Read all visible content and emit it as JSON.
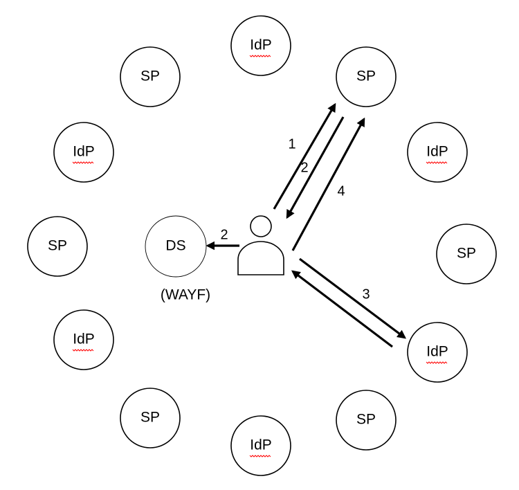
{
  "diagram": {
    "nodes": [
      {
        "id": "idp-top",
        "label": "IdP",
        "type": "idp"
      },
      {
        "id": "sp-top-left",
        "label": "SP",
        "type": "sp"
      },
      {
        "id": "sp-top-right",
        "label": "SP",
        "type": "sp"
      },
      {
        "id": "idp-upper-left",
        "label": "IdP",
        "type": "idp"
      },
      {
        "id": "idp-upper-right",
        "label": "IdP",
        "type": "idp"
      },
      {
        "id": "sp-left",
        "label": "SP",
        "type": "sp"
      },
      {
        "id": "sp-right",
        "label": "SP",
        "type": "sp"
      },
      {
        "id": "idp-lower-left",
        "label": "IdP",
        "type": "idp"
      },
      {
        "id": "idp-lower-right",
        "label": "IdP",
        "type": "idp"
      },
      {
        "id": "sp-bottom-left",
        "label": "SP",
        "type": "sp"
      },
      {
        "id": "sp-bottom-right",
        "label": "SP",
        "type": "sp"
      },
      {
        "id": "idp-bottom",
        "label": "IdP",
        "type": "idp"
      }
    ],
    "discovery": {
      "label": "DS",
      "sublabel": "(WAYF)"
    },
    "edge_labels": {
      "step_1": "1",
      "step_2_sp": "2",
      "step_2_ds": "2",
      "step_3": "3",
      "step_4": "4"
    },
    "colors": {
      "stroke": "#000000",
      "spellcheck_underline": "#ff0000",
      "background": "#ffffff"
    }
  }
}
